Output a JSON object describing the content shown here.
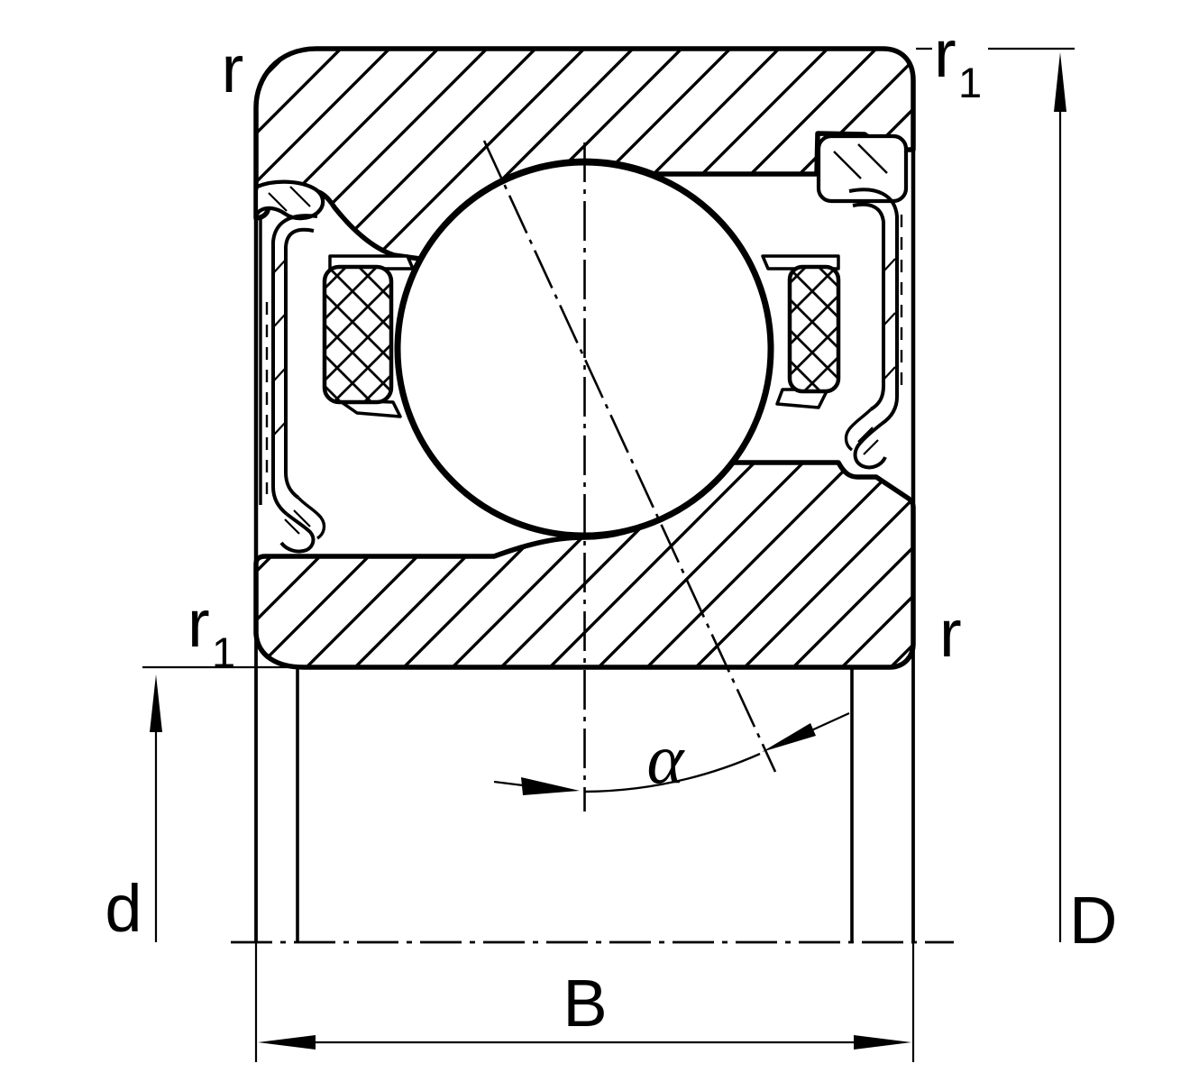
{
  "figure": {
    "type": "technical-drawing",
    "subject": "sealed angular contact ball bearing cross-section",
    "background": "#ffffff",
    "line_color": "#000000"
  },
  "labels": {
    "chamfer_top_left": "r",
    "chamfer_top_right_base": "r",
    "chamfer_top_right_sub": "1",
    "chamfer_bottom_left_base": "r",
    "chamfer_bottom_left_sub": "1",
    "chamfer_bottom_right": "r",
    "bore_diameter": "d",
    "outside_diameter": "D",
    "width": "B",
    "contact_angle": "α"
  }
}
